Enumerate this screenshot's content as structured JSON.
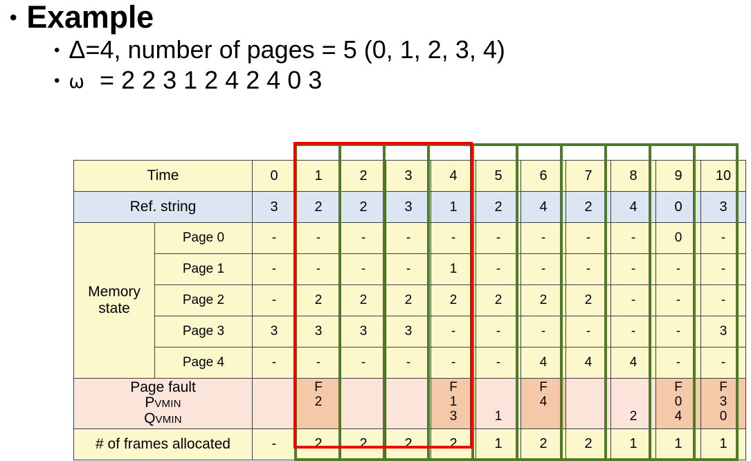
{
  "slide": {
    "bullets": [
      {
        "level": 1,
        "text": "Example"
      },
      {
        "level": 2,
        "text": "Δ=4, number of pages = 5 (0, 1, 2, 3, 4)"
      }
    ],
    "omega_line": {
      "symbol": "ω",
      "text": "=  2 2 3 1 2 4 2 4 0 3"
    }
  },
  "table": {
    "row_labels": {
      "time": "Time",
      "ref_string": "Ref. string",
      "memory_state": "Memory state",
      "pages": [
        "Page 0",
        "Page 1",
        "Page 2",
        "Page 3",
        "Page 4"
      ],
      "page_fault_title": "Page fault",
      "p_vmin": {
        "big": "P",
        "small": "VMIN"
      },
      "q_vmin": {
        "big": "Q",
        "small": "VMIN"
      },
      "frames_allocated": "# of frames allocated"
    },
    "time": [
      "0",
      "1",
      "2",
      "3",
      "4",
      "5",
      "6",
      "7",
      "8",
      "9",
      "10"
    ],
    "ref_string": [
      "3",
      "2",
      "2",
      "3",
      "1",
      "2",
      "4",
      "2",
      "4",
      "0",
      "3"
    ],
    "memory_state": [
      [
        "-",
        "-",
        "-",
        "-",
        "-",
        "-",
        "-",
        "-",
        "-",
        "0",
        "-"
      ],
      [
        "-",
        "-",
        "-",
        "-",
        "1",
        "-",
        "-",
        "-",
        "-",
        "-",
        "-"
      ],
      [
        "-",
        "2",
        "2",
        "2",
        "2",
        "2",
        "2",
        "2",
        "-",
        "-",
        "-"
      ],
      [
        "3",
        "3",
        "3",
        "3",
        "-",
        "-",
        "-",
        "-",
        "-",
        "-",
        "3"
      ],
      [
        "-",
        "-",
        "-",
        "-",
        "-",
        "-",
        "4",
        "4",
        "4",
        "-",
        "-"
      ]
    ],
    "page_fault": [
      {
        "fault": false,
        "f": "",
        "p": "",
        "q": ""
      },
      {
        "fault": true,
        "f": "F",
        "p": "2",
        "q": ""
      },
      {
        "fault": false,
        "f": "",
        "p": "",
        "q": ""
      },
      {
        "fault": false,
        "f": "",
        "p": "",
        "q": ""
      },
      {
        "fault": true,
        "f": "F",
        "p": "1",
        "q": "3"
      },
      {
        "fault": false,
        "f": "",
        "p": "",
        "q": "1"
      },
      {
        "fault": true,
        "f": "F",
        "p": "4",
        "q": ""
      },
      {
        "fault": false,
        "f": "",
        "p": "",
        "q": ""
      },
      {
        "fault": false,
        "f": "",
        "p": "",
        "q": "2"
      },
      {
        "fault": true,
        "f": "F",
        "p": "0",
        "q": "4"
      },
      {
        "fault": true,
        "f": "F",
        "p": "3",
        "q": "0"
      }
    ],
    "frames_allocated": [
      "-",
      "2",
      "2",
      "2",
      "2",
      "1",
      "2",
      "2",
      "1",
      "1",
      "1"
    ]
  },
  "highlights": {
    "red_box_label": "window-columns-1-to-4",
    "green_box_label": "columns-1-to-10",
    "red_color": "#f00000",
    "green_color": "#4f7a28"
  },
  "colors": {
    "yellow": "#fbf8cc",
    "blue": "#dce6f2",
    "pink": "#fbe5da",
    "peach_fault": "#f5c9a8"
  }
}
